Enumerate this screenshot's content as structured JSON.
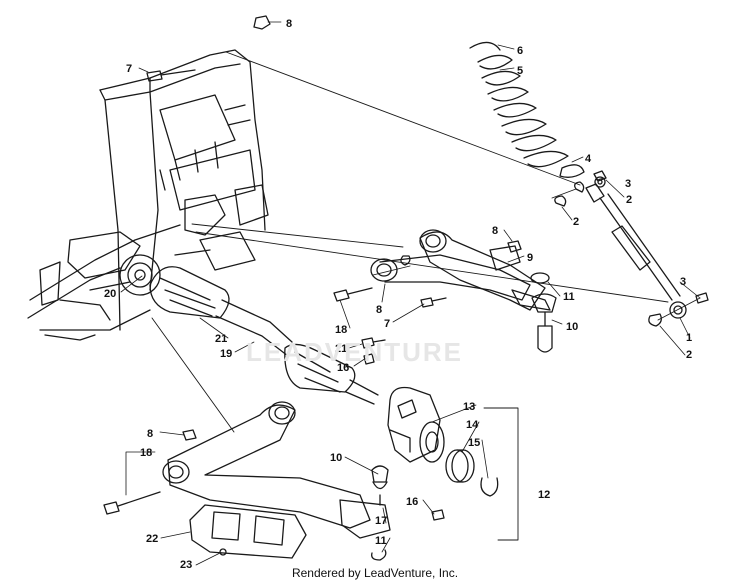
{
  "diagram": {
    "callouts": [
      "1",
      "2",
      "2",
      "2",
      "3",
      "3",
      "4",
      "5",
      "6",
      "7",
      "7",
      "8",
      "8",
      "8",
      "9",
      "10",
      "10",
      "11",
      "11",
      "12",
      "13",
      "14",
      "15",
      "16",
      "16",
      "17",
      "18",
      "18",
      "19",
      "20",
      "21",
      "21",
      "22",
      "23"
    ],
    "watermark": "LEADVENTURE",
    "credit": "Rendered by LeadVenture, Inc."
  }
}
